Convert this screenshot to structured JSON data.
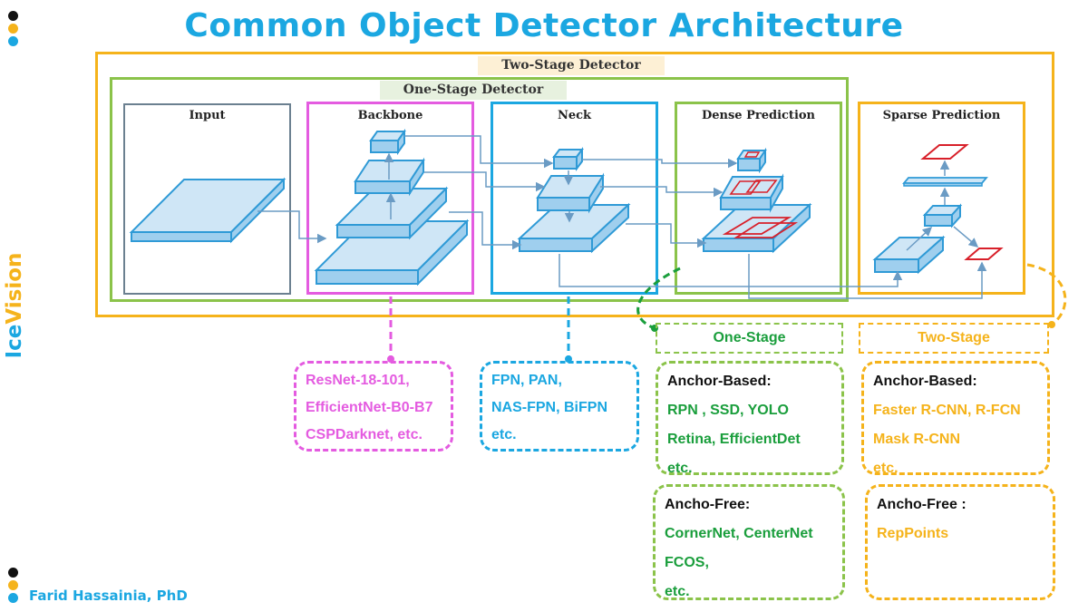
{
  "title": "Common Object Detector Architecture",
  "brand": {
    "part1": "Ice",
    "part2": "Vision"
  },
  "author": "Farid Hassainia, PhD",
  "diagram": {
    "two_stage_label": "Two-Stage Detector",
    "one_stage_label": "One-Stage Detector",
    "panels": {
      "input": "Input",
      "backbone": "Backbone",
      "neck": "Neck",
      "dense": "Dense Prediction",
      "sparse": "Sparse Prediction"
    }
  },
  "backbone_examples": [
    "ResNet-18-101,",
    "EfficientNet-B0-B7",
    "CSPDarknet, etc."
  ],
  "neck_examples": [
    "FPN, PAN,",
    "NAS-FPN, BiFPN",
    "etc."
  ],
  "one_stage": {
    "label": "One-Stage",
    "anchor_based": {
      "header": "Anchor-Based:",
      "items": [
        "RPN , SSD, YOLO",
        "Retina, EfficientDet",
        "etc."
      ]
    },
    "anchor_free": {
      "header": "Ancho-Free:",
      "items": [
        "CornerNet, CenterNet",
        "FCOS,",
        "etc."
      ]
    }
  },
  "two_stage": {
    "label": "Two-Stage",
    "anchor_based": {
      "header": "Anchor-Based:",
      "items": [
        "Faster R-CNN, R-FCN",
        "Mask R-CNN",
        "etc."
      ]
    },
    "anchor_free": {
      "header": "Ancho-Free :",
      "items": [
        "RepPoints"
      ]
    }
  },
  "colors": {
    "blue": "#1ba7e1",
    "yellow": "#f5b31b",
    "green": "#8bc34a",
    "green_text": "#1a9e3c",
    "magenta": "#e45be0",
    "layer_fill": "#cfe6f6",
    "layer_edge": "#2f9ad6",
    "red": "#d8202a"
  }
}
